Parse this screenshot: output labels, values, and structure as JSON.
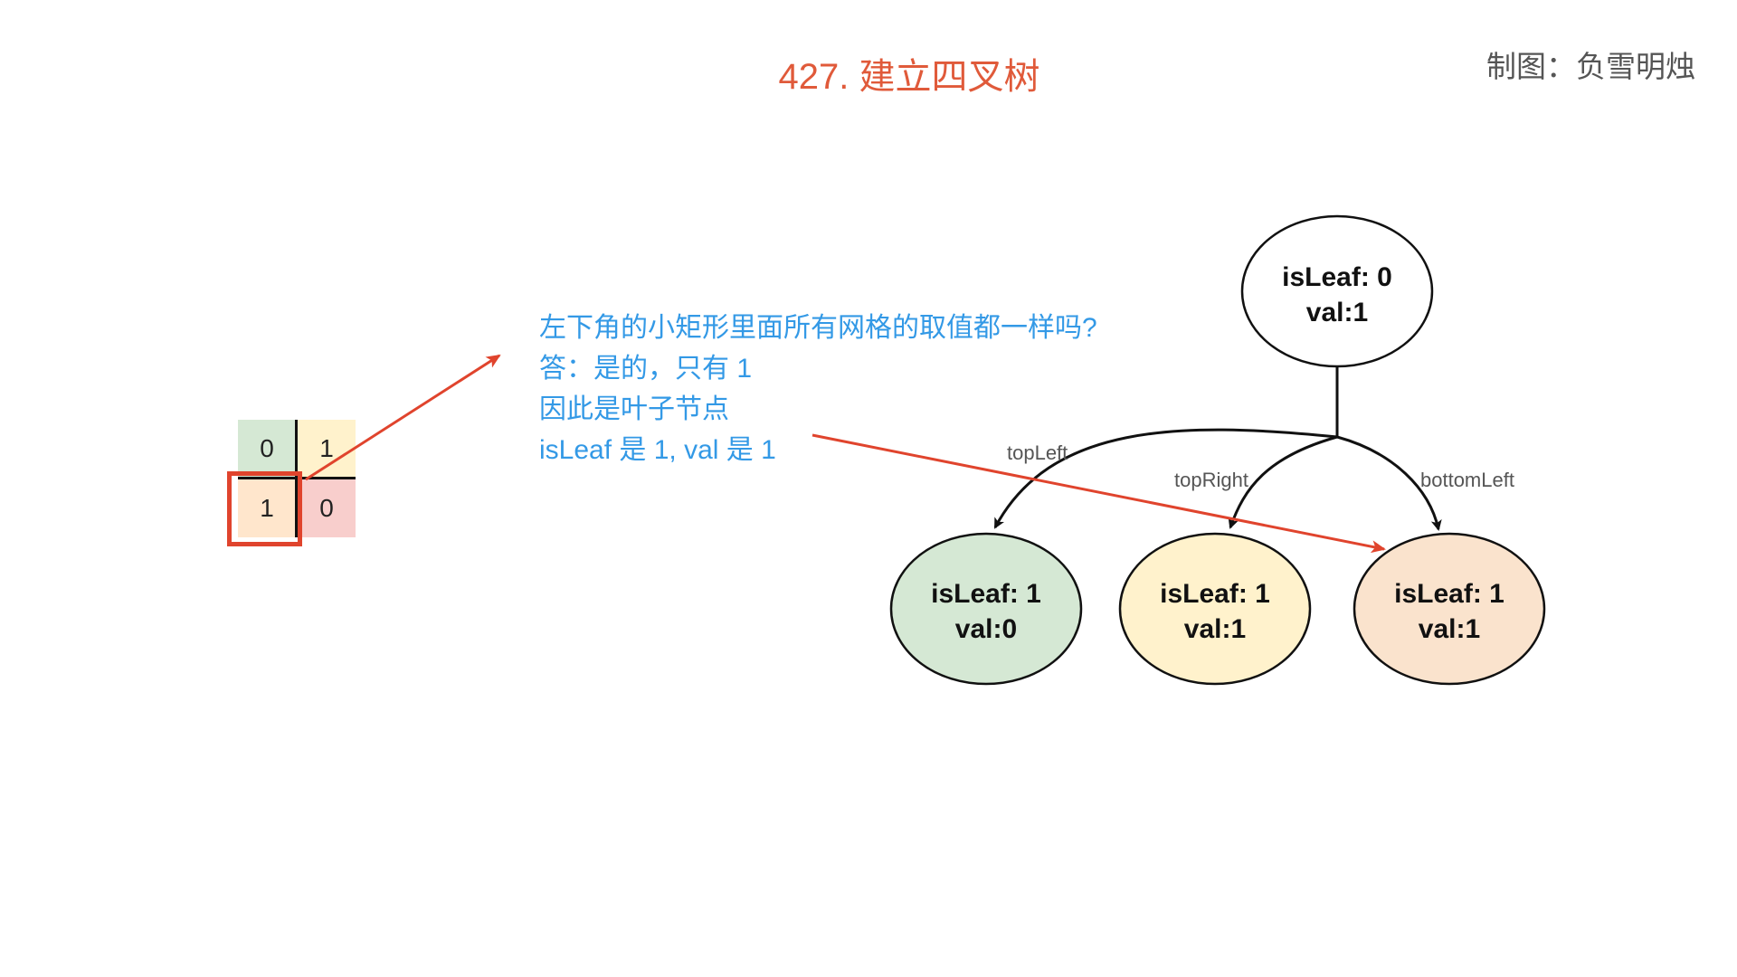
{
  "title": "427. 建立四叉树",
  "credit": "制图：负雪明烛",
  "grid": {
    "cells": [
      {
        "value": "0",
        "color": "#d5e8d4"
      },
      {
        "value": "1",
        "color": "#fff2cc"
      },
      {
        "value": "1",
        "color": "#ffe6cc"
      },
      {
        "value": "0",
        "color": "#f8cecc"
      }
    ]
  },
  "question": {
    "lines": [
      "左下角的小矩形里面所有网格的取值都一样吗?",
      "答：是的，只有 1",
      "因此是叶子节点",
      "isLeaf 是 1, val 是 1"
    ]
  },
  "tree": {
    "root": {
      "line1": "isLeaf: 0",
      "line2": "val:1",
      "color": "#ffffff"
    },
    "children": [
      {
        "line1": "isLeaf: 1",
        "line2": "val:0",
        "color": "#d5e8d4"
      },
      {
        "line1": "isLeaf: 1",
        "line2": "val:1",
        "color": "#fff2cc"
      },
      {
        "line1": "isLeaf: 1",
        "line2": "val:1",
        "color": "#fae3cd"
      }
    ],
    "edge_labels": [
      "topLeft",
      "topRight",
      "bottomLeft"
    ]
  },
  "colors": {
    "accent_red": "#e0442d",
    "question_blue": "#3399e6",
    "title": "#e05a3a"
  }
}
